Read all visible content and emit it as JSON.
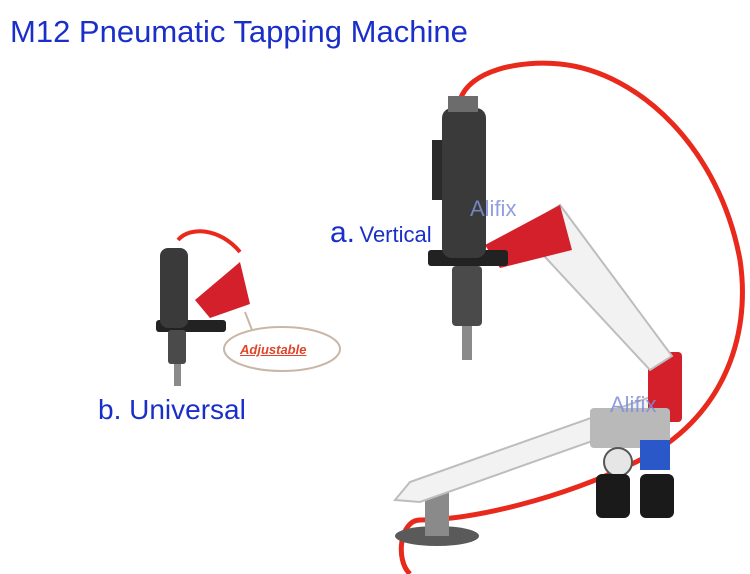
{
  "title": "M12 Pneumatic Tapping Machine",
  "label_a": {
    "letter": "a.",
    "text": "Vertical"
  },
  "label_b": "b. Universal",
  "watermarks": [
    "Alifix",
    "Alifix"
  ],
  "callout": "Adjustable",
  "colors": {
    "title": "#1a2fc9",
    "arm_red": "#d3202a",
    "hose": "#e8291c",
    "arm_white": "#f2f2f2",
    "base_gray": "#6a6a6a"
  }
}
